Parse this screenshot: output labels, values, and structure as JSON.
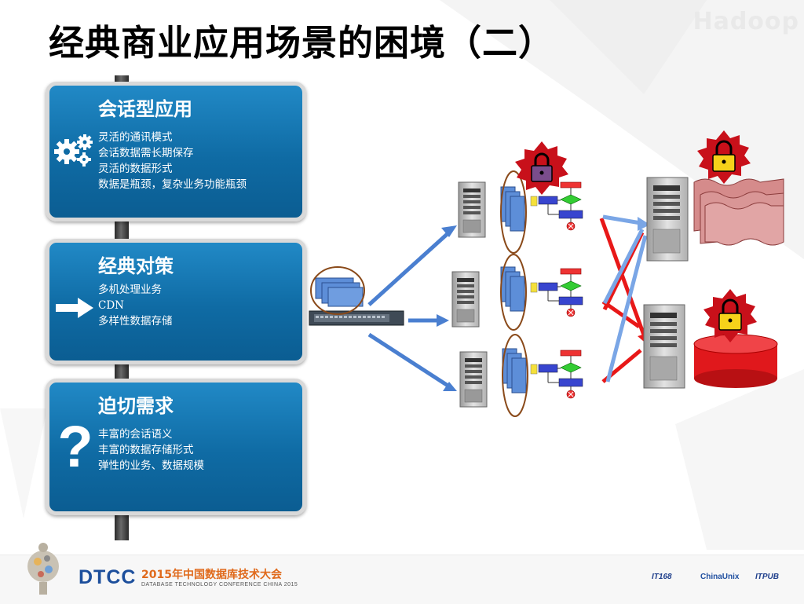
{
  "slide": {
    "title": "经典商业应用场景的困境（二）",
    "watermark": "Hadoop"
  },
  "signs": [
    {
      "title": "会话型应用",
      "icon": "gears-icon",
      "lines": [
        "灵活的通讯模式",
        "会话数据需长期保存",
        "灵活的数据形式",
        "数据是瓶颈，复杂业务功能瓶颈"
      ]
    },
    {
      "title": "经典对策",
      "icon": "arrow-right-icon",
      "lines": [
        "多机处理业务",
        "CDN",
        "多样性数据存储"
      ]
    },
    {
      "title": "迫切需求",
      "icon": "question-mark-icon",
      "icon_text": "?",
      "lines": [
        "丰富的会话语义",
        "丰富的数据存储形式",
        "弹性的业务、数据规模"
      ]
    }
  ],
  "diagram": {
    "colors": {
      "request_arrow": "#4a7fd0",
      "lock_path": "#e81818",
      "server_body": "#c9c9c9",
      "document_stack": "#5d8ed8",
      "lock_badge": "#c8101a",
      "padlock_purple": "#7a4d8c",
      "padlock_yellow": "#f6d21a",
      "storage_file": "#d58b8b",
      "storage_db": "#e0181c",
      "highlight_ring": "#8a4a1a"
    }
  },
  "footer": {
    "logo": "DTCC",
    "conference_cn": "2015年中国数据库技术大会",
    "conference_en": "DATABASE TECHNOLOGY CONFERENCE CHINA 2015",
    "sponsors": [
      "IT168",
      "ChinaUnix",
      "ITPUB"
    ]
  }
}
